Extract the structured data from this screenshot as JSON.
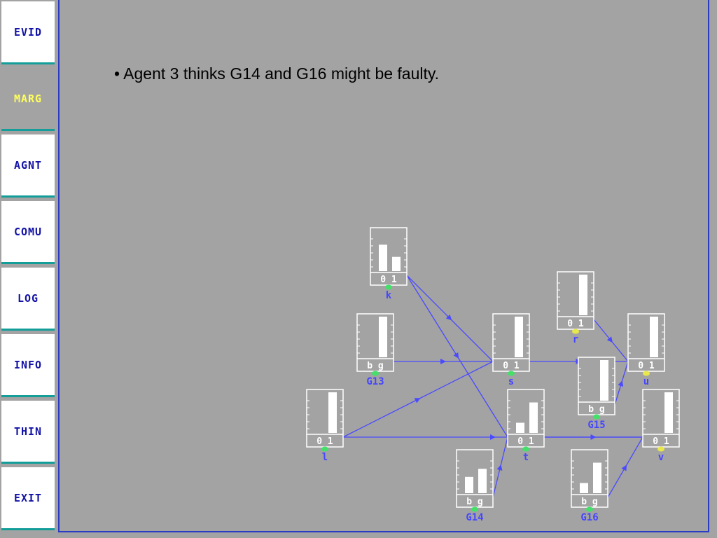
{
  "sidebar": {
    "items": [
      {
        "label": "EVID",
        "active": false
      },
      {
        "label": "MARG",
        "active": true
      },
      {
        "label": "AGNT",
        "active": false
      },
      {
        "label": "COMU",
        "active": false
      },
      {
        "label": "LOG",
        "active": false
      },
      {
        "label": "INFO",
        "active": false
      },
      {
        "label": "THIN",
        "active": false
      },
      {
        "label": "EXIT",
        "active": false
      }
    ]
  },
  "content": {
    "bullet": "• Agent 3 thinks G14 and G16 might be faulty."
  },
  "network": {
    "colors": {
      "edge": "#4a4aff",
      "label": "#4646ff",
      "dot_green": "#44e06a",
      "dot_yellow": "#e8e84a"
    },
    "nodes": [
      {
        "id": "k",
        "label": "k",
        "axis": "0 1",
        "values": [
          0.65,
          0.35
        ],
        "dot": "green"
      },
      {
        "id": "G13",
        "label": "G13",
        "axis": "b g",
        "values": [
          0,
          1
        ],
        "dot": "green"
      },
      {
        "id": "s",
        "label": "s",
        "axis": "0 1",
        "values": [
          0,
          1
        ],
        "dot": "green"
      },
      {
        "id": "r",
        "label": "r",
        "axis": "0 1",
        "values": [
          0,
          1
        ],
        "dot": "yellow"
      },
      {
        "id": "u",
        "label": "u",
        "axis": "0 1",
        "values": [
          0,
          1
        ],
        "dot": "yellow"
      },
      {
        "id": "G15",
        "label": "G15",
        "axis": "b g",
        "values": [
          0,
          1
        ],
        "dot": "green"
      },
      {
        "id": "l",
        "label": "l",
        "axis": "0 1",
        "values": [
          0,
          1
        ],
        "dot": "green"
      },
      {
        "id": "t",
        "label": "t",
        "axis": "0 1",
        "values": [
          0.25,
          0.75
        ],
        "dot": "green"
      },
      {
        "id": "v",
        "label": "v",
        "axis": "0 1",
        "values": [
          0,
          1
        ],
        "dot": "yellow"
      },
      {
        "id": "G14",
        "label": "G14",
        "axis": "b g",
        "values": [
          0.4,
          0.6
        ],
        "dot": "green"
      },
      {
        "id": "G16",
        "label": "G16",
        "axis": "b g",
        "values": [
          0.25,
          0.75
        ],
        "dot": "green"
      }
    ],
    "edges": [
      [
        "k",
        "s"
      ],
      [
        "k",
        "t"
      ],
      [
        "G13",
        "s"
      ],
      [
        "l",
        "s"
      ],
      [
        "l",
        "v"
      ],
      [
        "s",
        "u"
      ],
      [
        "r",
        "u"
      ],
      [
        "G15",
        "u"
      ],
      [
        "G14",
        "t"
      ],
      [
        "G16",
        "v"
      ],
      [
        "t",
        "v"
      ]
    ]
  }
}
